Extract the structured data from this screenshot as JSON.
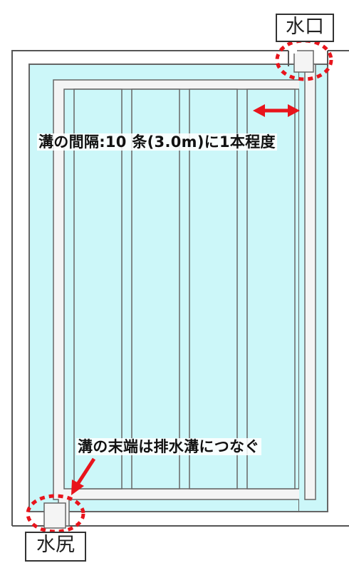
{
  "labels": {
    "inlet": "水口",
    "outlet": "水尻",
    "spacing_note": "溝の間隔:10 条(3.0m)に1本程度",
    "end_note": "溝の末端は排水溝につなぐ"
  },
  "colors": {
    "water": "#ccf7f9",
    "channel": "#f2f2f2",
    "outline": "#555555",
    "highlight": "#e8141c"
  },
  "structure": {
    "field_strips": 4,
    "inlet_marked": true,
    "outlet_marked": true
  },
  "icons": [
    "double-arrow-icon",
    "pointer-arrow-icon"
  ]
}
